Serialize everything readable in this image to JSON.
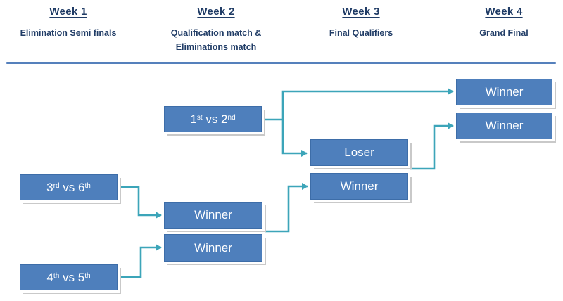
{
  "header": {
    "columns": [
      {
        "week": "Week 1",
        "sub1": "Elimination Semi finals",
        "sub2": ""
      },
      {
        "week": "Week 2",
        "sub1": "Qualification match &",
        "sub2": "Eliminations match"
      },
      {
        "week": "Week 3",
        "sub1": "Final Qualifiers",
        "sub2": ""
      },
      {
        "week": "Week 4",
        "sub1": "Grand Final",
        "sub2": ""
      }
    ]
  },
  "bracket": {
    "seed_1v2": {
      "a": "1",
      "a_sup": "st",
      "vs": " vs ",
      "b": "2",
      "b_sup": "nd"
    },
    "seed_3v6": {
      "a": "3",
      "a_sup": "rd",
      "vs": " vs ",
      "b": "6",
      "b_sup": "th"
    },
    "seed_4v5": {
      "a": "4",
      "a_sup": "th",
      "vs": " vs ",
      "b": "5",
      "b_sup": "th"
    },
    "w2_winner_top": {
      "label": "Winner"
    },
    "w2_winner_bottom": {
      "label": "Winner"
    },
    "w3_loser": {
      "label": "Loser"
    },
    "w3_winner": {
      "label": "Winner"
    },
    "w4_winner_top": {
      "label": "Winner"
    },
    "w4_winner_bottom": {
      "label": "Winner"
    }
  },
  "colors": {
    "box_fill": "#4E7FBC",
    "box_border": "#3D6DA8",
    "connector": "#3CA5B9",
    "header_text": "#203C66",
    "divider": "#5580BC"
  }
}
